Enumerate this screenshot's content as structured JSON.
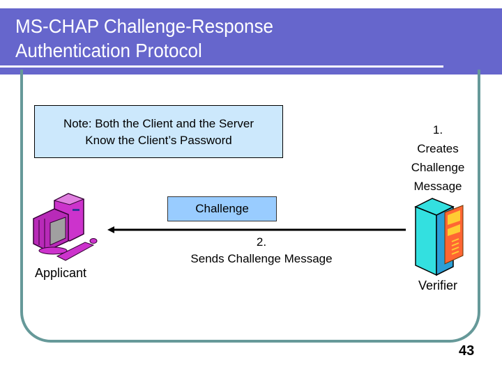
{
  "slide": {
    "title_lines": [
      "MS-CHAP Challenge-Response",
      "Authentication Protocol"
    ],
    "page_number": "43",
    "colors": {
      "banner": "#6666cc",
      "frame": "#669999",
      "note_fill": "#cce8fc",
      "challenge_fill": "#99ccff",
      "client_computer": "#cc33cc",
      "server_body": "#33e0e0",
      "server_panel": "#ff6633"
    }
  },
  "diagram": {
    "note_lines": [
      "Note: Both the Client and the Server",
      "Know the Client’s Password"
    ],
    "step1_lines": [
      "1.",
      "Creates",
      "Challenge",
      "Message"
    ],
    "message_label": "Challenge",
    "step2_lines": [
      "2.",
      "Sends Challenge Message"
    ],
    "client": {
      "label": "Applicant",
      "icon": "desktop-computer-icon"
    },
    "server": {
      "label": "Verifier",
      "icon": "server-tower-icon"
    },
    "arrow": {
      "from": "Verifier",
      "to": "Applicant"
    }
  }
}
